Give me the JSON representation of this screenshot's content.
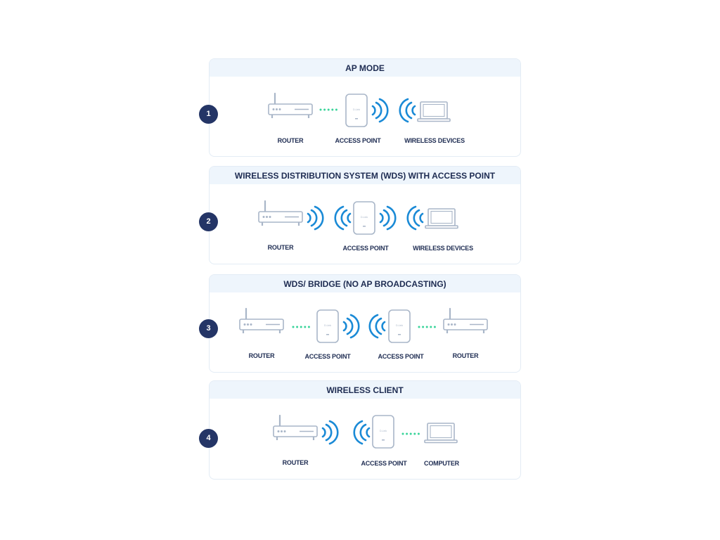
{
  "colors": {
    "accent_navy": "#243566",
    "title_band": "#eef5fc",
    "wifi_blue": "#1a8ad6",
    "wired_green": "#39d49a",
    "device_outline": "#a9b6c8"
  },
  "device_brand_text": "D-Link",
  "panels": [
    {
      "number": "1",
      "title": "AP MODE",
      "labels": {
        "router": "ROUTER",
        "access_point": "ACCESS POINT",
        "wireless_devices": "WIRELESS DEVICES"
      }
    },
    {
      "number": "2",
      "title": "WIRELESS DISTRIBUTION SYSTEM (WDS) WITH ACCESS POINT",
      "labels": {
        "router": "ROUTER",
        "access_point": "ACCESS POINT",
        "wireless_devices": "WIRELESS DEVICES"
      }
    },
    {
      "number": "3",
      "title": "WDS/ BRIDGE (NO AP BROADCASTING)",
      "labels": {
        "router_left": "ROUTER",
        "access_point_left": "ACCESS POINT",
        "access_point_right": "ACCESS POINT",
        "router_right": "ROUTER"
      }
    },
    {
      "number": "4",
      "title": "WIRELESS CLIENT",
      "labels": {
        "router": "ROUTER",
        "access_point": "ACCESS POINT",
        "computer": "COMPUTER"
      }
    }
  ]
}
